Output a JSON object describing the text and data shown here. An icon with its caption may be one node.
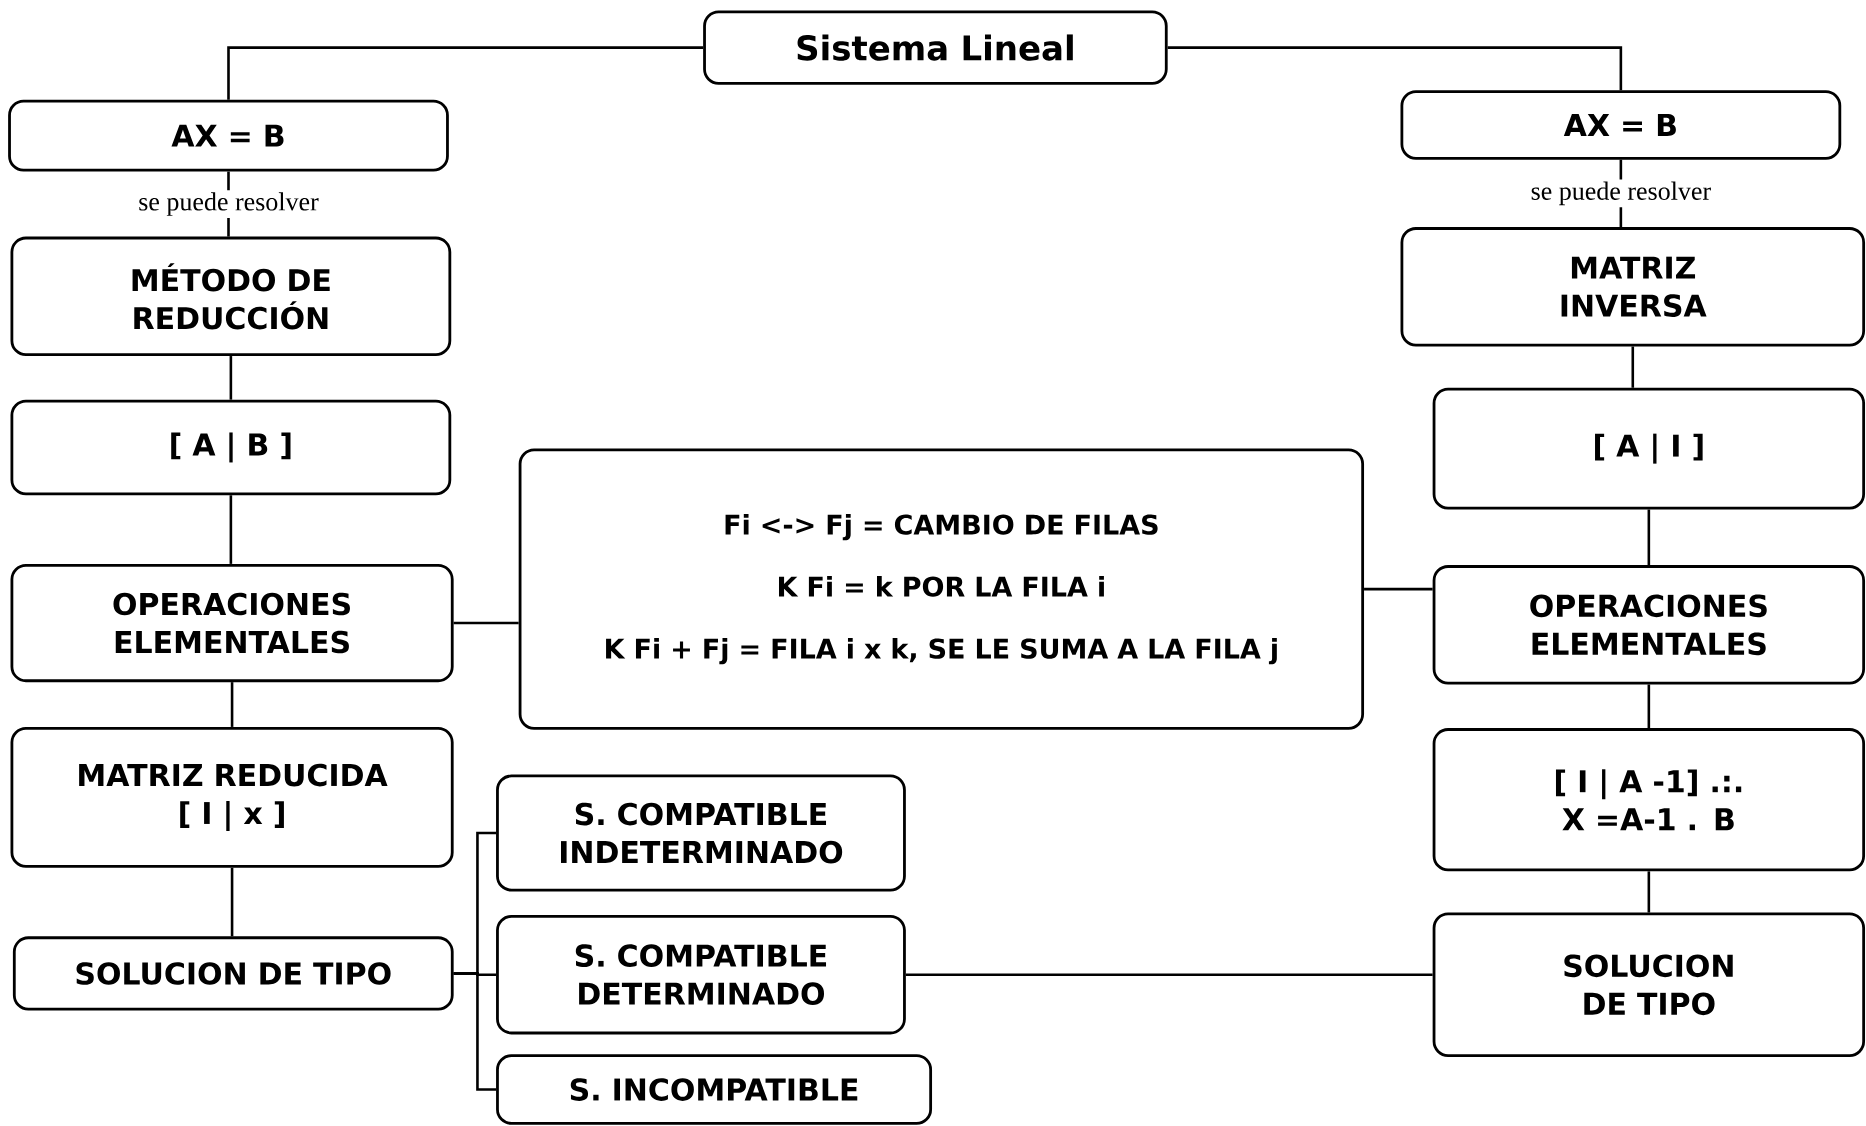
{
  "diagram": {
    "nodes": [
      {
        "text": [
          "Sistema Lineal"
        ]
      },
      {
        "text": [
          "AX = B"
        ]
      },
      {
        "text": [
          "MÉTODO DE REDUCCIÓN"
        ]
      },
      {
        "text": [
          "[ A | B ]"
        ]
      },
      {
        "text": [
          "OPERACIONES ELEMENTALES"
        ]
      },
      {
        "text": [
          "MATRIZ REDUCIDA",
          "[ I | x ]"
        ]
      },
      {
        "text": [
          "SOLUCION DE TIPO"
        ]
      },
      {
        "text": [
          "Fi <-> Fj = CAMBIO DE FILAS",
          "K Fi = k POR LA FILA i",
          "K Fi + Fj = FILA i x k, SE LE SUMA A LA FILA j"
        ]
      },
      {
        "text": [
          "S. COMPATIBLE INDETERMINADO"
        ]
      },
      {
        "text": [
          "S. COMPATIBLE DETERMINADO"
        ]
      },
      {
        "text": [
          "S. INCOMPATIBLE"
        ]
      },
      {
        "text": [
          "AX = B"
        ]
      },
      {
        "text": [
          "MATRIZ INVERSA"
        ]
      },
      {
        "text": [
          "[ A | I ]"
        ]
      },
      {
        "text": [
          "OPERACIONES ELEMENTALES"
        ]
      },
      {
        "text": [
          "[ I | A -1] .:.",
          "X =A-1 . B"
        ]
      },
      {
        "text": [
          "SOLUCION DE TIPO"
        ]
      }
    ],
    "edges": [
      {
        "from": 0,
        "to": 1,
        "arrow": "none"
      },
      {
        "from": 0,
        "to": 11,
        "arrow": "none"
      },
      {
        "from": 1,
        "to": 2,
        "arrow": "none",
        "label": "se puede resolver"
      },
      {
        "from": 2,
        "to": 3,
        "arrow": "none"
      },
      {
        "from": 3,
        "to": 4,
        "arrow": "none"
      },
      {
        "from": 4,
        "to": 5,
        "arrow": "none"
      },
      {
        "from": 5,
        "to": 6,
        "arrow": "none"
      },
      {
        "from": 4,
        "to": 7,
        "arrow": "none"
      },
      {
        "from": 7,
        "to": 14,
        "arrow": "none"
      },
      {
        "from": 6,
        "to": 8,
        "arrow": "none"
      },
      {
        "from": 6,
        "to": 9,
        "arrow": "none"
      },
      {
        "from": 6,
        "to": 10,
        "arrow": "none"
      },
      {
        "from": 11,
        "to": 12,
        "arrow": "none",
        "label": "se puede resolver"
      },
      {
        "from": 12,
        "to": 13,
        "arrow": "none"
      },
      {
        "from": 13,
        "to": 14,
        "arrow": "none"
      },
      {
        "from": 14,
        "to": 15,
        "arrow": "none"
      },
      {
        "from": 15,
        "to": 16,
        "arrow": "none"
      },
      {
        "from": 9,
        "to": 16,
        "arrow": "none"
      }
    ]
  }
}
